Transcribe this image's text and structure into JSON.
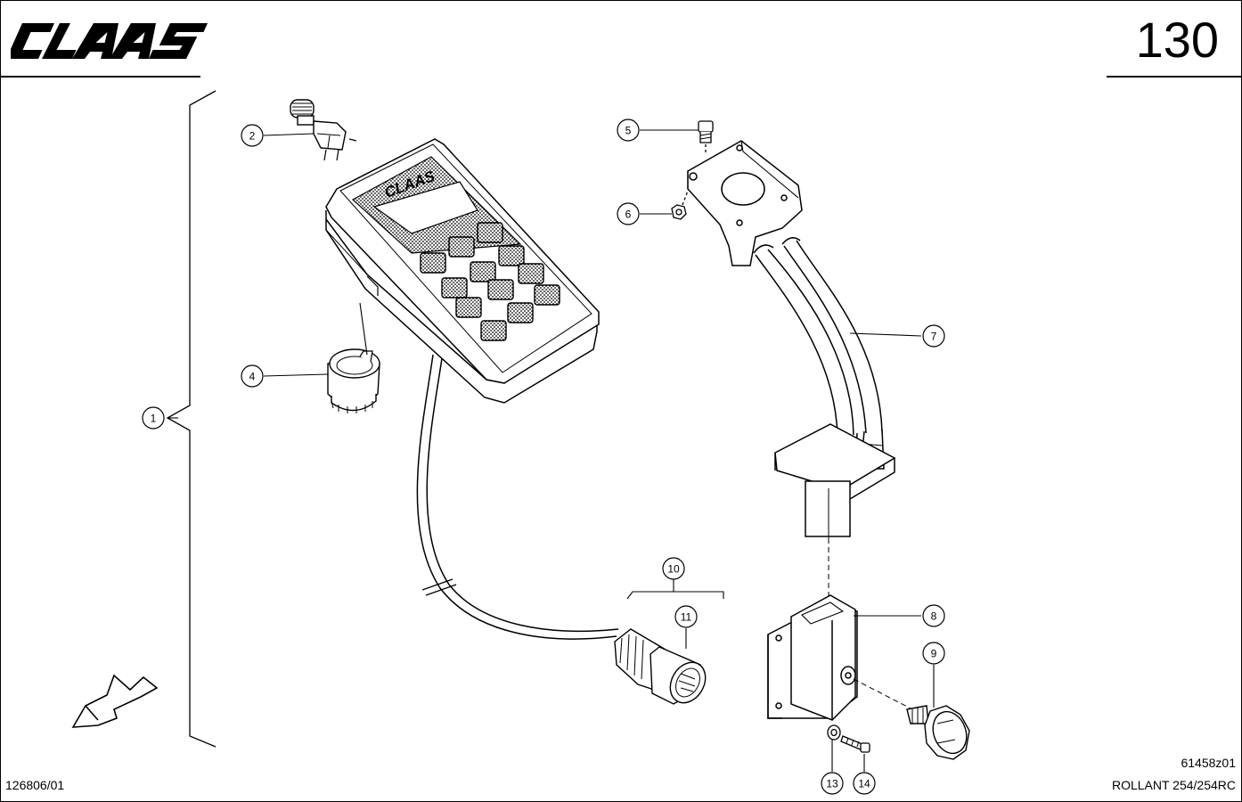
{
  "header": {
    "brand": "CLAAS",
    "page_number": "130"
  },
  "footer": {
    "doc_number": "126806/01",
    "drawing_number": "61458z01",
    "model": "ROLLANT 254/254RC"
  },
  "drawing": {
    "terminal_brand": "CLAAS",
    "callouts": [
      "1",
      "2",
      "4",
      "5",
      "6",
      "7",
      "8",
      "9",
      "10",
      "11",
      "13",
      "14"
    ]
  },
  "colors": {
    "line": "#000000",
    "background": "#ffffff",
    "screen_texture": "#c8c8c8"
  },
  "icons": {
    "direction": "direction-arrow-icon"
  }
}
